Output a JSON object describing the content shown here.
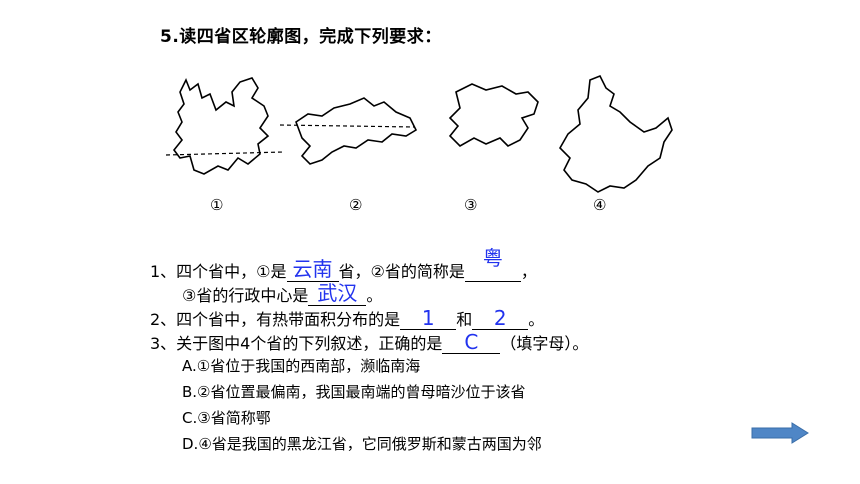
{
  "question_title": "5.读四省区轮廓图，完成下列要求：",
  "map_labels": [
    "①",
    "②",
    "③",
    "④"
  ],
  "q1": {
    "prefix": "1、四个省中，①是",
    "answer1": "云南",
    "middle": "省，②省的简称是",
    "answer2": "粤",
    "suffix": "，",
    "line2_prefix": "③省的行政中心是",
    "answer3": "武汉",
    "line2_suffix": "。"
  },
  "q2": {
    "prefix": "2、四个省中，有热带面积分布的是",
    "answer1": "1",
    "middle": "和",
    "answer2": "2",
    "suffix": "。"
  },
  "q3": {
    "prefix": "3、关于图中4个省的下列叙述，正确的是",
    "answer": "C",
    "suffix": "（填字母）。"
  },
  "options": [
    "A.①省位于我国的西南部，濒临南海",
    "B.②省位置最偏南，我国最南端的曾母暗沙位于该省",
    "C.③省简称鄂",
    "D.④省是我国的黑龙江省，它同俄罗斯和蒙古两国为邻"
  ],
  "colors": {
    "answer": "#2233ee",
    "arrow": "#4f86c6"
  }
}
